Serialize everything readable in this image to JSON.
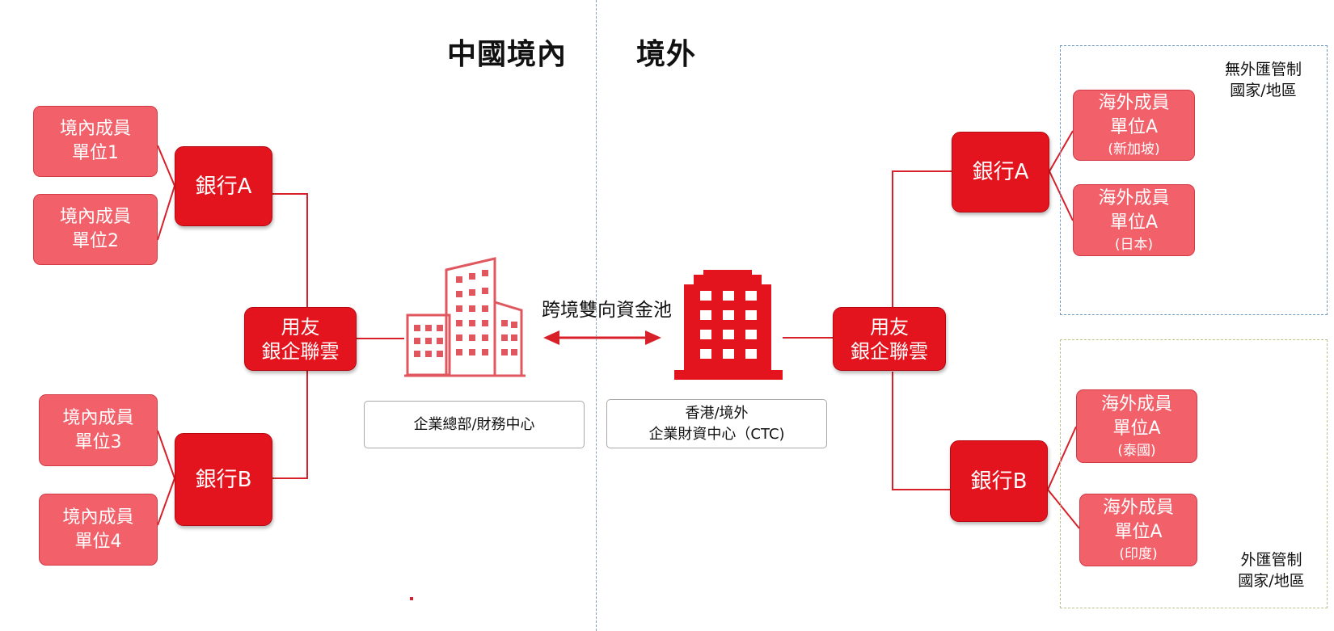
{
  "headings": {
    "domestic": "中國境內",
    "overseas": "境外"
  },
  "domestic": {
    "members": [
      {
        "line1": "境內成員",
        "line2": "單位1"
      },
      {
        "line1": "境內成員",
        "line2": "單位2"
      },
      {
        "line1": "境內成員",
        "line2": "單位3"
      },
      {
        "line1": "境內成員",
        "line2": "單位4"
      }
    ],
    "bank_a": "銀行A",
    "bank_b": "銀行B",
    "platform": {
      "line1": "用友",
      "line2": "銀企聯雲"
    },
    "hq_caption": "企業總部/財務中心"
  },
  "pool_label": "跨境雙向資金池",
  "overseas": {
    "ctc_caption": {
      "line1": "香港/境外",
      "line2": "企業財資中心（CTC)"
    },
    "platform": {
      "line1": "用友",
      "line2": "銀企聯雲"
    },
    "bank_a": "銀行A",
    "bank_b": "銀行B",
    "members": [
      {
        "line1": "海外成員",
        "line2": "單位A",
        "country": "(新加坡)"
      },
      {
        "line1": "海外成員",
        "line2": "單位A",
        "country": "(日本)"
      },
      {
        "line1": "海外成員",
        "line2": "單位A",
        "country": "(泰國)"
      },
      {
        "line1": "海外成員",
        "line2": "單位A",
        "country": "(印度)"
      }
    ],
    "region_free": {
      "line1": "無外匯管制",
      "line2": "國家/地區"
    },
    "region_controlled": {
      "line1": "外匯管制",
      "line2": "國家/地區"
    }
  },
  "colors": {
    "accent": "#e4141e",
    "member_fill": "#f2606a",
    "building_outline": "#e0575f",
    "line": "#d8202a",
    "region_free_border": "#6f9bc2",
    "region_controlled_border": "#b9c48a"
  }
}
